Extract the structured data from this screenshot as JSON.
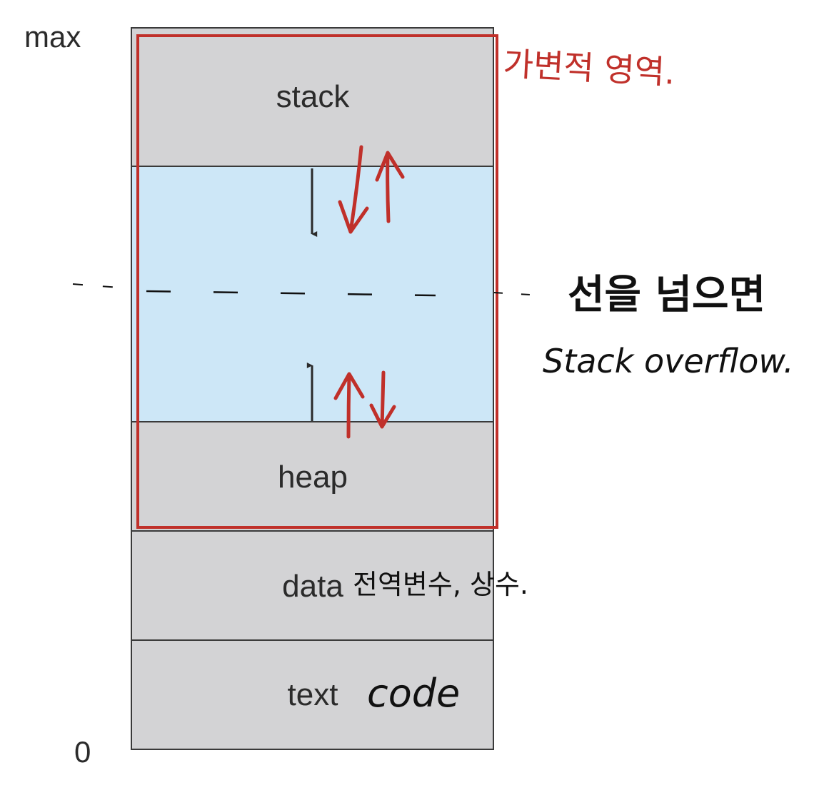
{
  "memory_layout": {
    "top_label": "max",
    "bottom_label": "0",
    "segments": {
      "stack": "stack",
      "heap": "heap",
      "data": "data",
      "text": "text"
    }
  },
  "annotations": {
    "variable_region": "가변적 영역.",
    "crossing_line_1": "선을 넘으면",
    "crossing_line_2": "Stack overflow.",
    "data_note": "전역변수, 상수.",
    "text_note": "code"
  },
  "colors": {
    "segment_fill": "#d3d3d5",
    "free_space_fill": "#cde7f7",
    "outline": "#3a3a3a",
    "annotation_red": "#c0302a",
    "annotation_black": "#111111"
  }
}
